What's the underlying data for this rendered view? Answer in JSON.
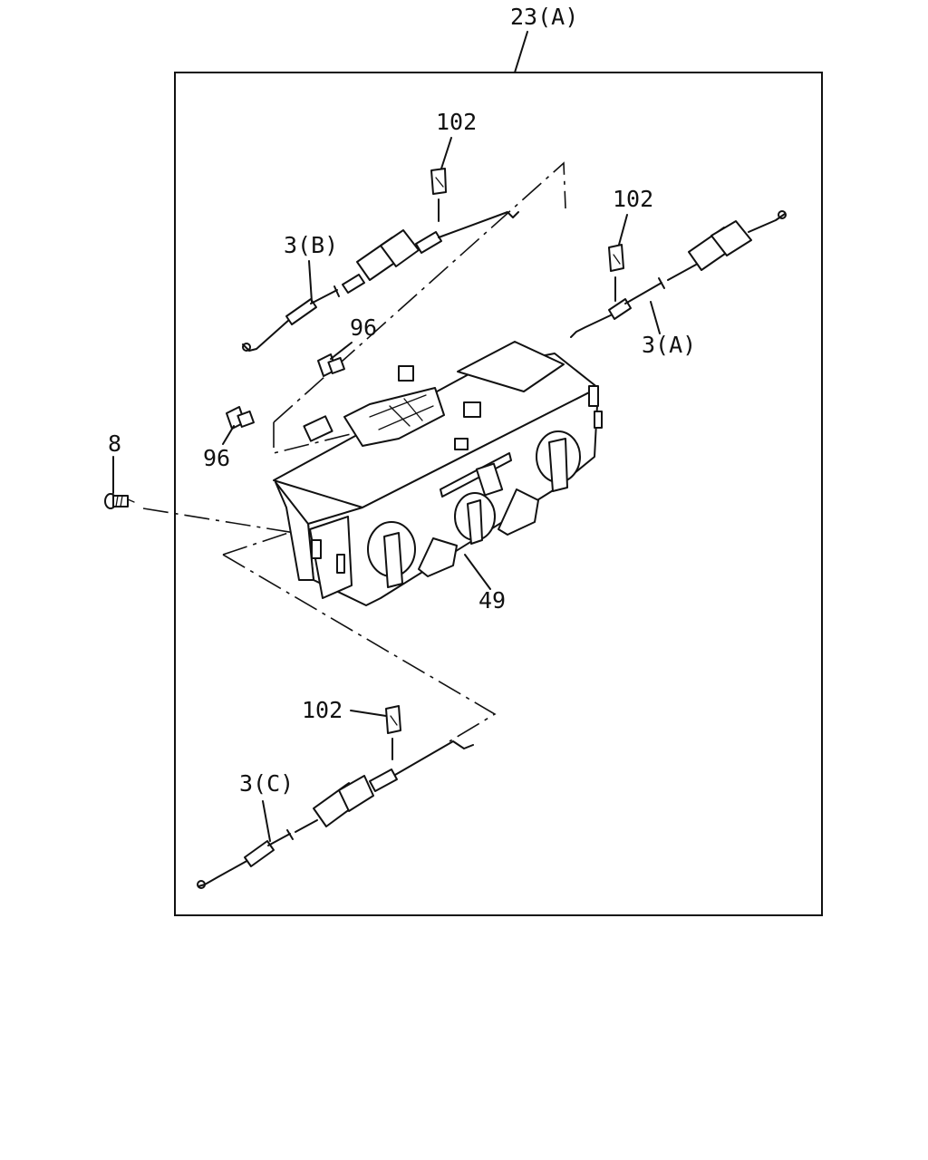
{
  "diagram": {
    "frame_label": "23(A)",
    "callouts": {
      "clip_top": "102",
      "clip_right": "102",
      "clip_bottom": "102",
      "cable_b": "3(B)",
      "cable_a": "3(A)",
      "cable_c": "3(C)",
      "pin_upper": "96",
      "pin_lower": "96",
      "screw": "8",
      "control_unit": "49"
    }
  }
}
